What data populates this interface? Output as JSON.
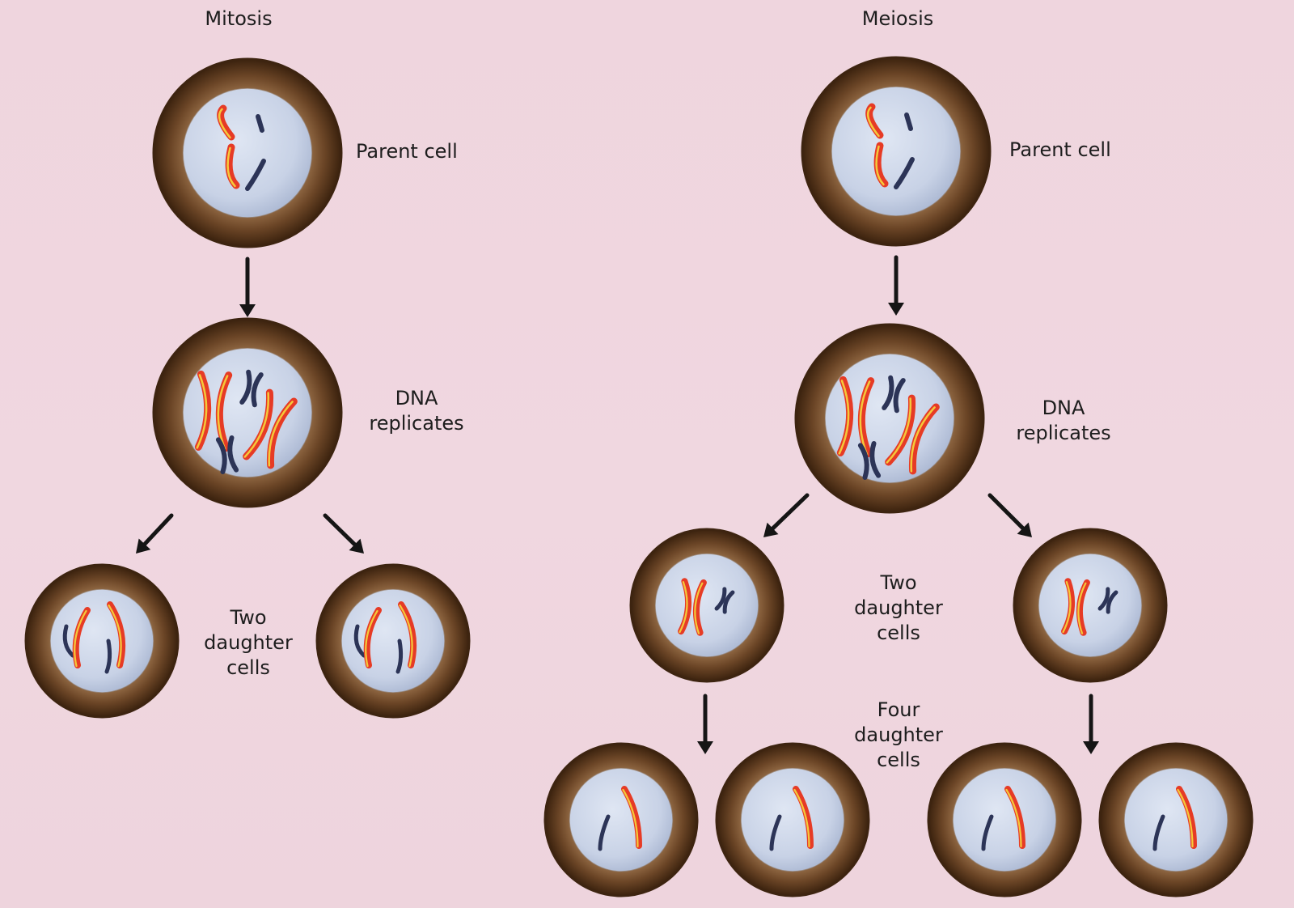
{
  "mitosis": {
    "title": "Mitosis",
    "parent_label": "Parent cell",
    "replicate_label": [
      "DNA",
      "replicates"
    ],
    "daughters_label": [
      "Two",
      "daughter",
      "cells"
    ]
  },
  "meiosis": {
    "title": "Meiosis",
    "parent_label": "Parent cell",
    "replicate_label": [
      "DNA",
      "replicates"
    ],
    "daughters_label": [
      "Two",
      "daughter",
      "cells"
    ],
    "four_label": [
      "Four",
      "daughter",
      "cells"
    ]
  },
  "colors": {
    "background": "#efd5de",
    "membrane_outer": "#3d2410",
    "membrane_inner": "#a27a55",
    "nucleus": "#c9d3e6",
    "red_chromosome": "#e63b25",
    "yellow_stripe": "#f4c93a",
    "blue_chromosome": "#2c3457",
    "arrow": "#151515",
    "text": "#1d1d1d"
  }
}
